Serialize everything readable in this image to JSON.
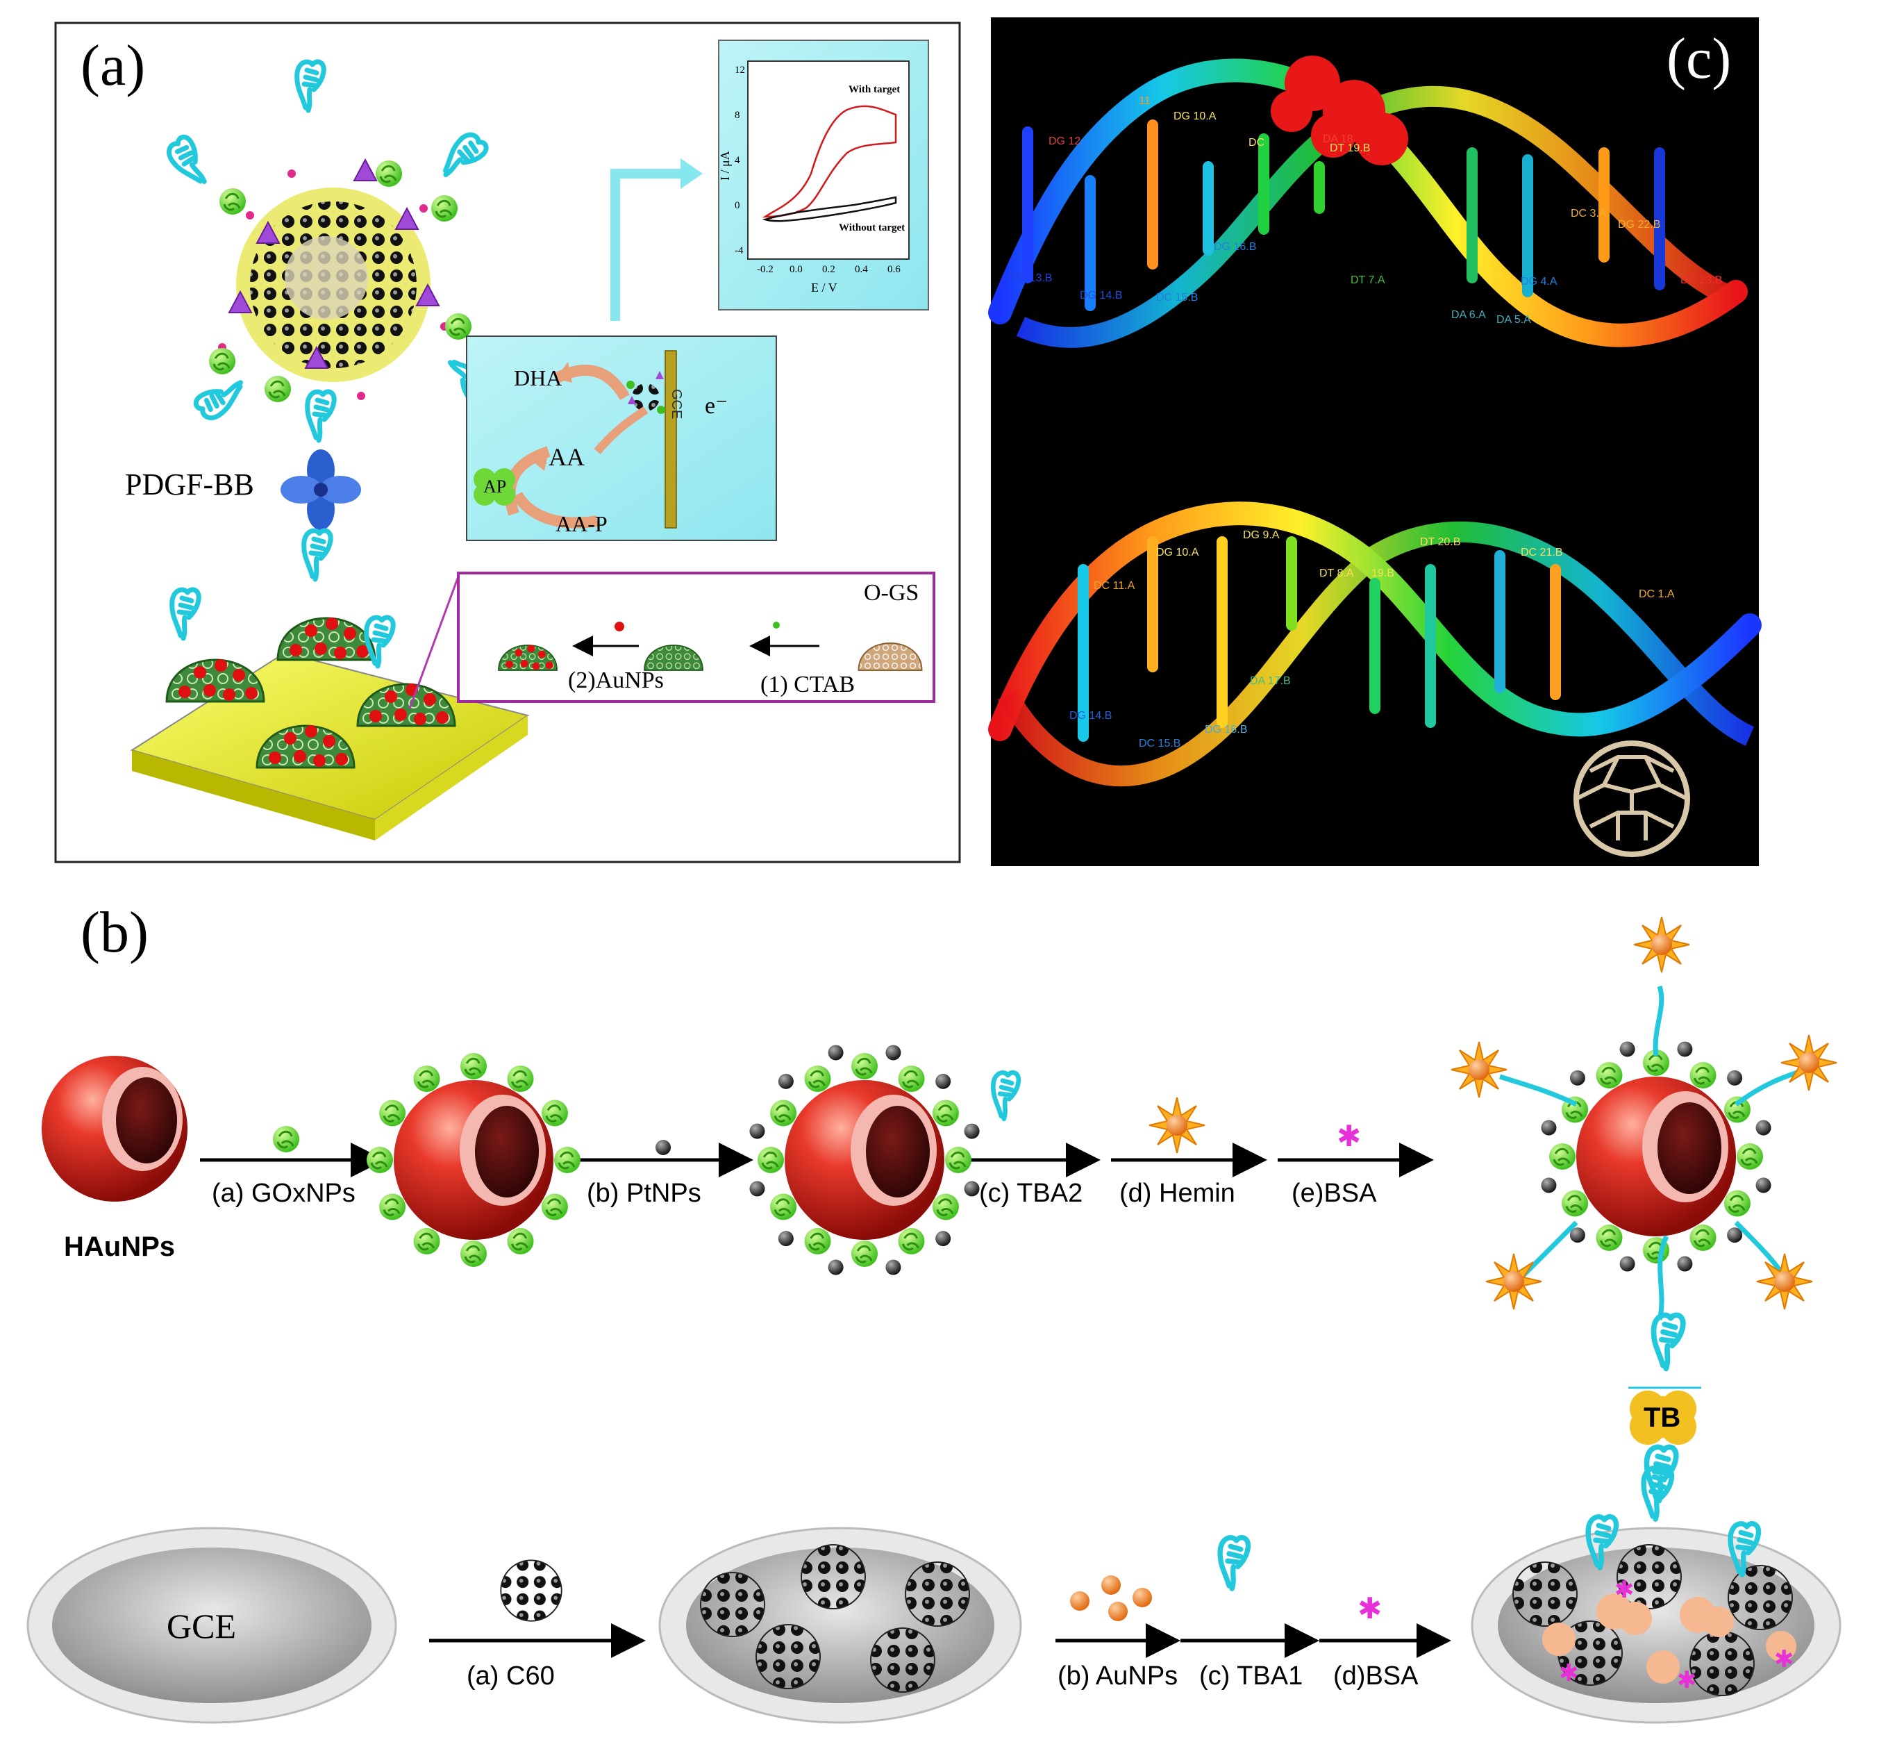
{
  "panel_a": {
    "label": "(a)",
    "protein_label": "PDGF-BB",
    "prep_labels": {
      "ogs": "O-GS",
      "ctab": "(1) CTAB",
      "aunps": "(2)AuNPs"
    },
    "reaction_labels": {
      "dha": "DHA",
      "aa": "AA",
      "aap": "AA-P",
      "ap": "AP",
      "gce": "GCE",
      "electron": "e⁻"
    },
    "cv_plot": {
      "with_target": "With target",
      "without_target": "Without target",
      "xlabel": "E / V",
      "ylabel": "I / μA",
      "xticks": [
        "-0.2",
        "0.0",
        "0.2",
        "0.4",
        "0.6"
      ],
      "yticks": [
        "12",
        "8",
        "4",
        "0",
        "-4"
      ]
    }
  },
  "panel_b": {
    "label": "(b)",
    "start_label": "HAuNPs",
    "top_steps": [
      "(a) GOxNPs",
      "(b) PtNPs",
      "(c) TBA2",
      "(d) Hemin",
      "(e)BSA"
    ],
    "target_label": "TB",
    "electrode_label": "GCE",
    "bottom_steps": [
      "(a) C60",
      "(b) AuNPs",
      "(c) TBA1",
      "(d)BSA"
    ]
  },
  "panel_c": {
    "label": "(c)",
    "top_residue_labels": [
      "DG 10.A",
      "DC",
      "DT 19.B",
      "DA 18",
      "DG 16.B",
      "DG 14.B",
      "DC 15.B",
      "DC 13.B",
      "DT 7.A",
      "DA 6.A",
      "DA 5.A",
      "DG 4.A",
      "DC 3.A",
      "DG 22.B",
      "DC 23.B",
      "DG 12",
      "11"
    ],
    "bottom_residue_labels": [
      "DG 10.A",
      "DG 9.A",
      "DT 8.A",
      "19.B",
      "DT 20.B",
      "DC 21.B",
      "DC 11.A",
      "DG 14.B",
      "DC 15.B",
      "DG 16.B",
      "DA 17.B",
      "DC 1.A"
    ]
  }
}
